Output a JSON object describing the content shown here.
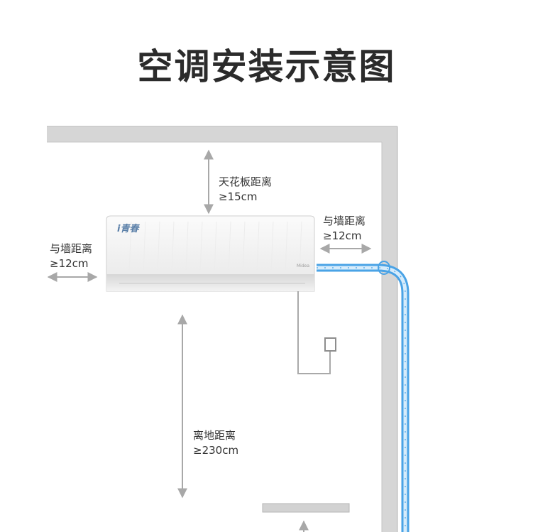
{
  "title": "空调安装示意图",
  "brand": {
    "logo_text": "i青春",
    "badge_text": "Midea"
  },
  "dimensions": {
    "ceiling": {
      "label": "天花板距离",
      "value": "≥15cm"
    },
    "wall_right": {
      "label": "与墙距离",
      "value": "≥12cm"
    },
    "wall_left": {
      "label": "与墙距离",
      "value": "≥12cm"
    },
    "floor": {
      "label": "离地距离",
      "value": "≥230cm"
    }
  },
  "colors": {
    "wall": "#d4d4d4",
    "wall_edge": "#b0b0b0",
    "pipe": "#4aa3e6",
    "arrow": "#a8a8a8",
    "title": "#2b2b2b"
  }
}
